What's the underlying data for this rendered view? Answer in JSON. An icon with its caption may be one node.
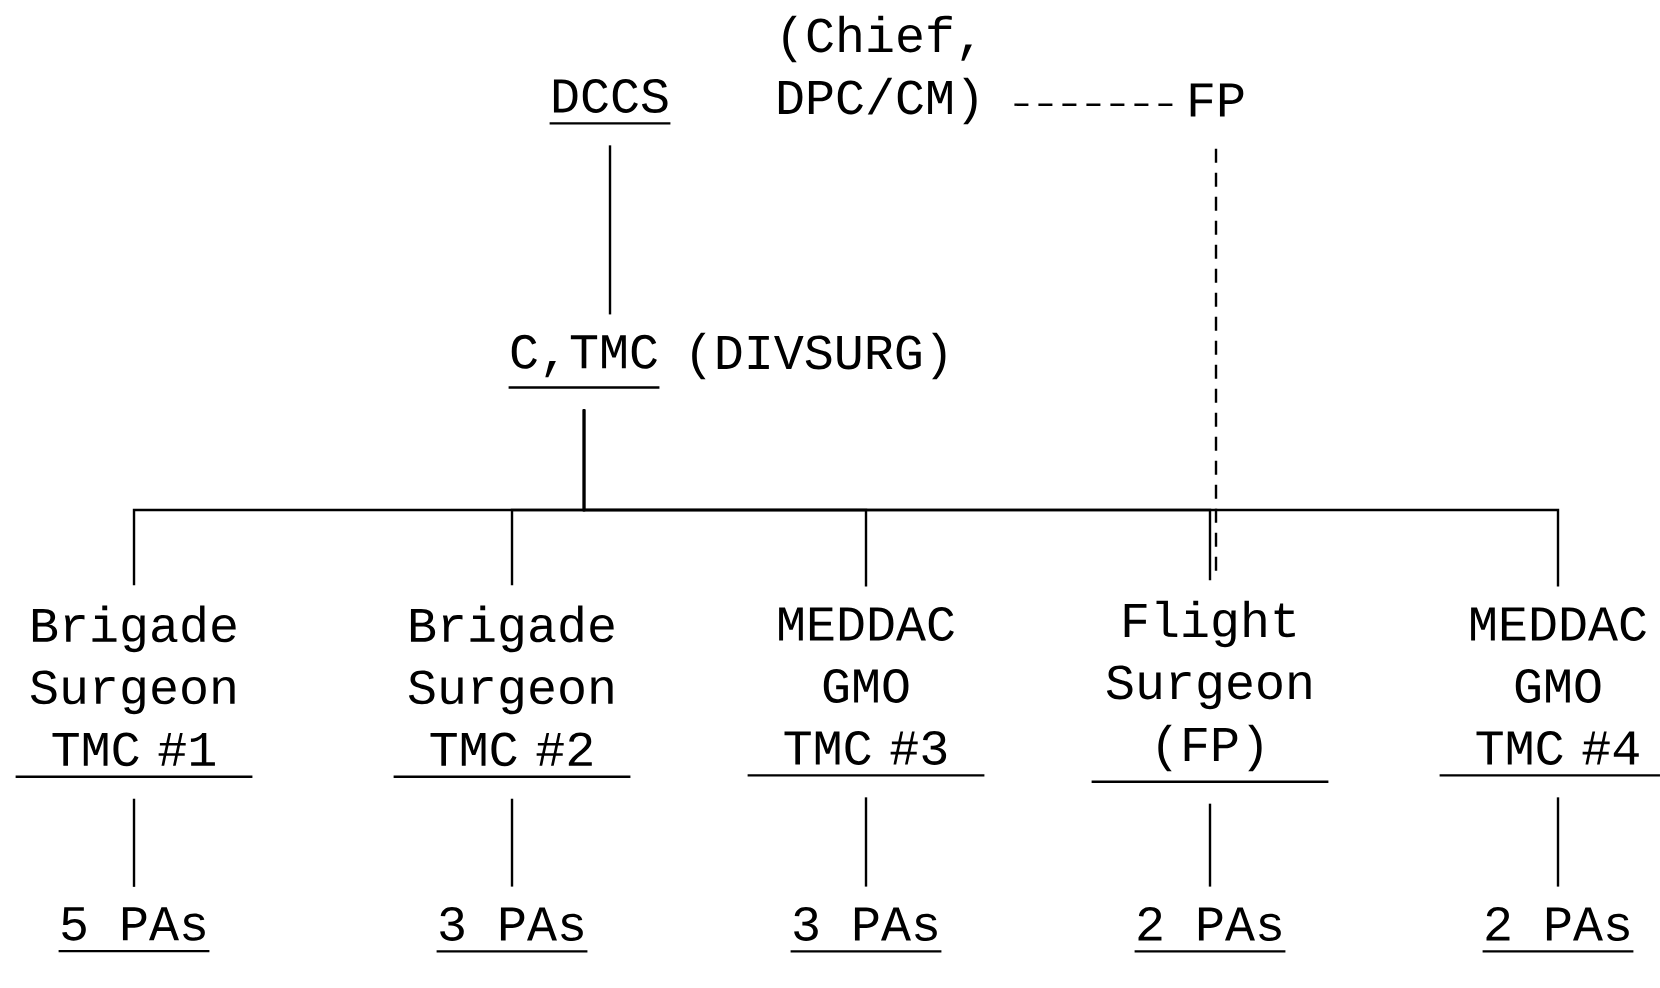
{
  "diagram": {
    "nodes": [
      {
        "text": [
          "DCCS"
        ]
      },
      {
        "text": [
          "(Chief, DPC/CM)"
        ]
      },
      {
        "text": [
          "FP"
        ]
      },
      {
        "text": [
          "C,TMC"
        ],
        "beside": [
          "(DIVSURG)"
        ]
      },
      {
        "text": [
          "Brigade Surgeon TMC #1"
        ]
      },
      {
        "text": [
          "Brigade Surgeon TMC #2"
        ]
      },
      {
        "text": [
          "MEDDAC GMO TMC #3"
        ]
      },
      {
        "text": [
          "Flight Surgeon (FP)"
        ]
      },
      {
        "text": [
          "MEDDAC GMO TMC #4"
        ]
      },
      {
        "text": [
          "5 PAs"
        ]
      },
      {
        "text": [
          "3 PAs"
        ]
      },
      {
        "text": [
          "3 PAs"
        ]
      },
      {
        "text": [
          "2 PAs"
        ]
      },
      {
        "text": [
          "2 PAs"
        ]
      }
    ],
    "edges": [
      {
        "from": 0,
        "to": 3,
        "arrow": "none"
      },
      {
        "from": 1,
        "to": 2,
        "arrow": "none",
        "style": "dashed"
      },
      {
        "from": 2,
        "to": 7,
        "arrow": "none",
        "style": "dashed"
      },
      {
        "from": 3,
        "to": 4,
        "arrow": "none"
      },
      {
        "from": 3,
        "to": 5,
        "arrow": "none"
      },
      {
        "from": 3,
        "to": 6,
        "arrow": "none"
      },
      {
        "from": 3,
        "to": 7,
        "arrow": "none"
      },
      {
        "from": 3,
        "to": 8,
        "arrow": "none"
      },
      {
        "from": 4,
        "to": 9,
        "arrow": "none"
      },
      {
        "from": 5,
        "to": 10,
        "arrow": "none"
      },
      {
        "from": 6,
        "to": 11,
        "arrow": "none"
      },
      {
        "from": 7,
        "to": 12,
        "arrow": "none"
      },
      {
        "from": 8,
        "to": 13,
        "arrow": "none"
      }
    ]
  }
}
